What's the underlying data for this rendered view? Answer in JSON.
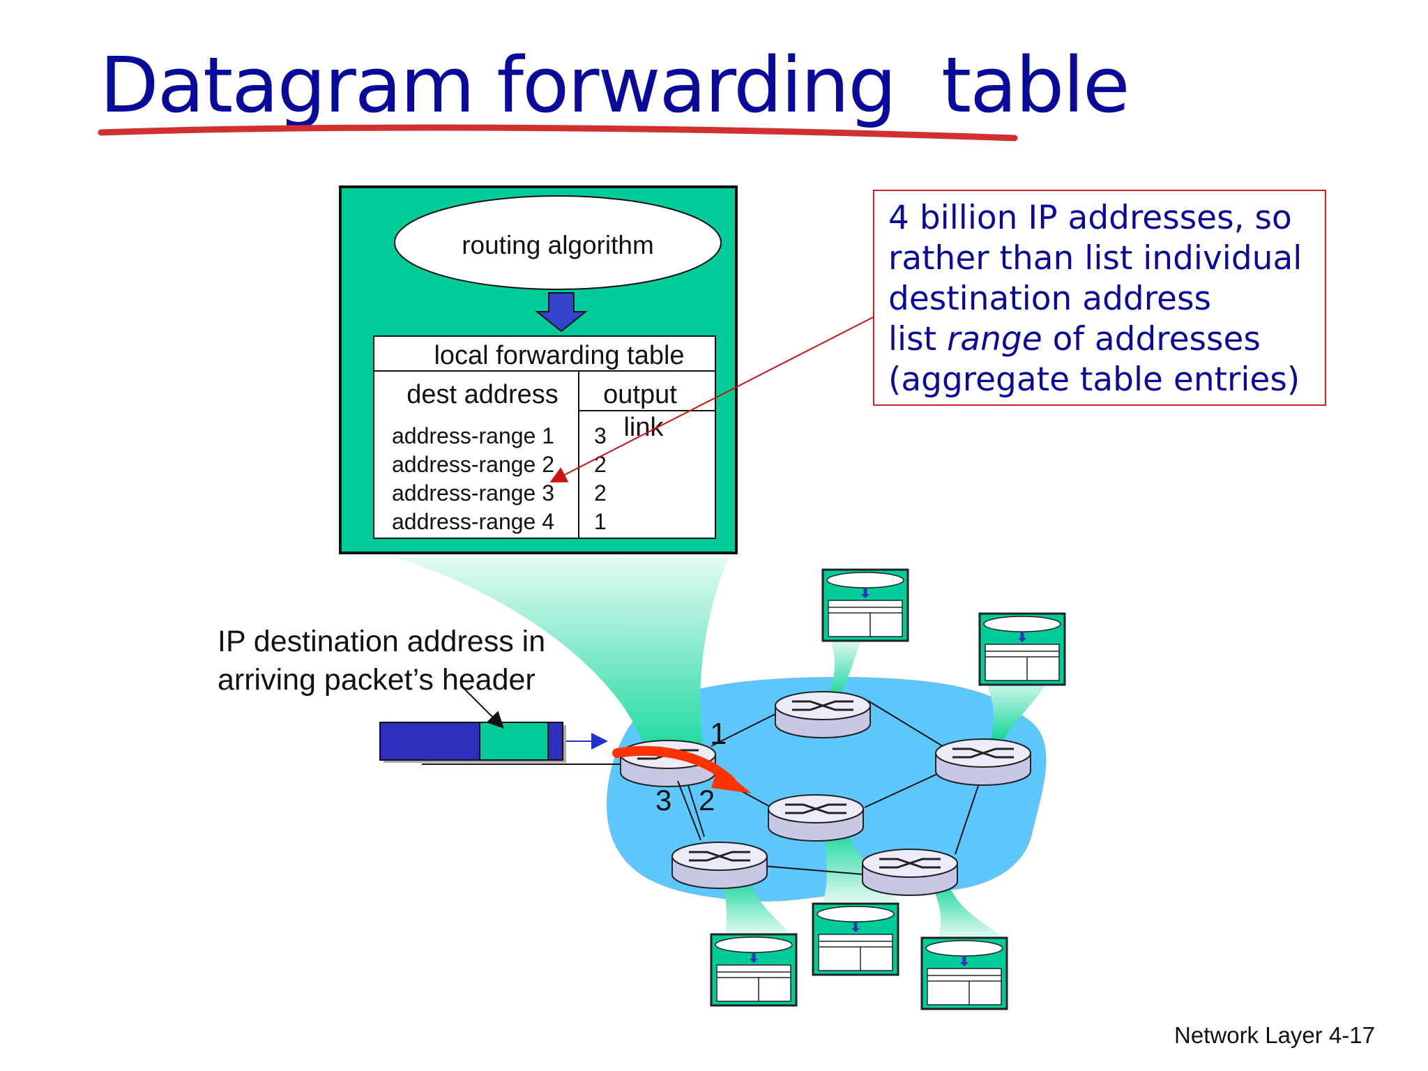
{
  "title": "Datagram forwarding  table",
  "routing_algorithm_label": "routing algorithm",
  "forwarding_table": {
    "caption": "local forwarding table",
    "headers": {
      "dest": "dest address",
      "output_line1": "output",
      "output_line2": "link"
    },
    "rows": [
      {
        "dest": "address-range 1",
        "link": "3"
      },
      {
        "dest": "address-range 2",
        "link": "2"
      },
      {
        "dest": "address-range 3",
        "link": "2"
      },
      {
        "dest": "address-range 4",
        "link": "1"
      }
    ]
  },
  "callout": {
    "line1": "4 billion IP addresses, so",
    "line2": "rather than list individual",
    "line3": "destination address",
    "line4_prefix": "list ",
    "line4_italic": "range",
    "line4_suffix": " of addresses",
    "line5": "(aggregate table entries)"
  },
  "ip_label": {
    "line1": "IP destination address in",
    "line2": "arriving packet’s header"
  },
  "port_labels": {
    "p1": "1",
    "p2": "2",
    "p3": "3"
  },
  "footer": "Network Layer  4-17",
  "colors": {
    "title": "#0a0a9a",
    "underline": "#d03030",
    "router_box": "#00cc99",
    "network": "#5cc8ff",
    "packet": "#2e2ebf",
    "arrow": "#ff3300",
    "callout_border": "#cc2222"
  }
}
